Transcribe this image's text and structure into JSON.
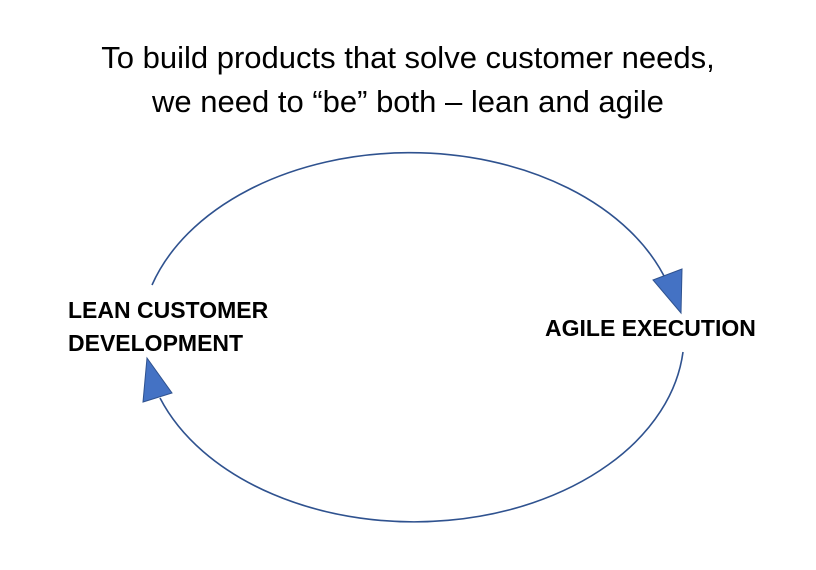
{
  "title": {
    "line1": "To build products that solve customer needs,",
    "line2": "we need to “be” both – lean and agile"
  },
  "nodes": {
    "lean_line1": "LEAN CUSTOMER",
    "lean_line2": "DEVELOPMENT",
    "agile": "AGILE EXECUTION"
  },
  "colors": {
    "arc": "#2f528f",
    "arrow_fill": "#4472c4"
  }
}
